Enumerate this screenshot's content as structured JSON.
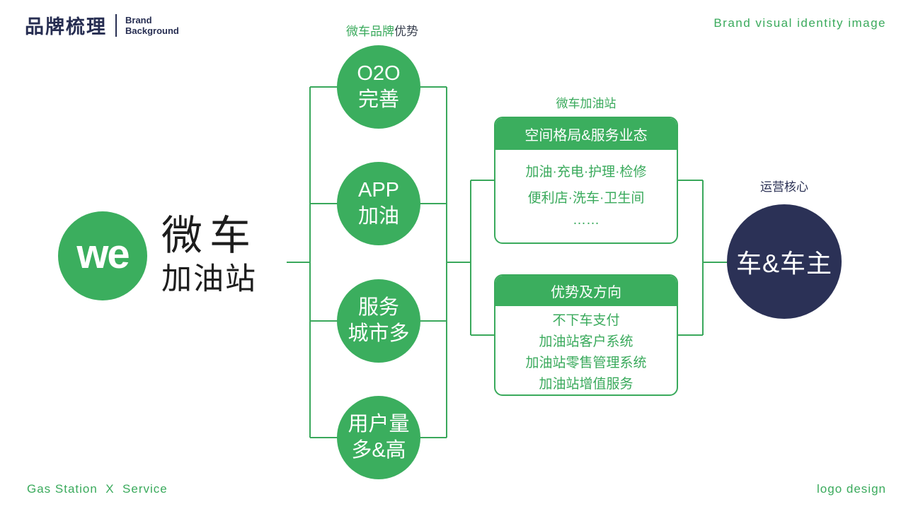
{
  "header": {
    "brand_zh": "品牌梳理",
    "brand_en_line1": "Brand",
    "brand_en_line2": "Background",
    "center_title_green": "微车品牌",
    "center_title_dark": "优势",
    "right_caption": "Brand visual identity image"
  },
  "logo": {
    "mark": "we",
    "name_line1": "微车",
    "name_line2": "加油站"
  },
  "advantages": {
    "circles": [
      {
        "line1": "O2O",
        "line2": "完善"
      },
      {
        "line1": "APP",
        "line2": "加油"
      },
      {
        "line1": "服务",
        "line2": "城市多"
      },
      {
        "line1": "用户量",
        "line2": "多&高"
      }
    ]
  },
  "station": {
    "caption": "微车加油站",
    "boxes": [
      {
        "title": "空间格局&服务业态",
        "lines": [
          "加油·充电·护理·检修",
          "便利店·洗车·卫生间",
          "……"
        ]
      },
      {
        "title": "优势及方向",
        "lines": [
          "不下车支付",
          "加油站客户系统",
          "加油站零售管理系统",
          "加油站增值服务"
        ]
      }
    ]
  },
  "core": {
    "caption": "运营核心",
    "label": "车&车主"
  },
  "footer": {
    "left": "Gas Station  X  Service",
    "right": "logo design"
  },
  "colors": {
    "green": "#3aaa5c",
    "circle_green": "#3bae5e",
    "navy": "#2b3156",
    "header_navy": "#272e52",
    "dark_text": "#39404f"
  }
}
